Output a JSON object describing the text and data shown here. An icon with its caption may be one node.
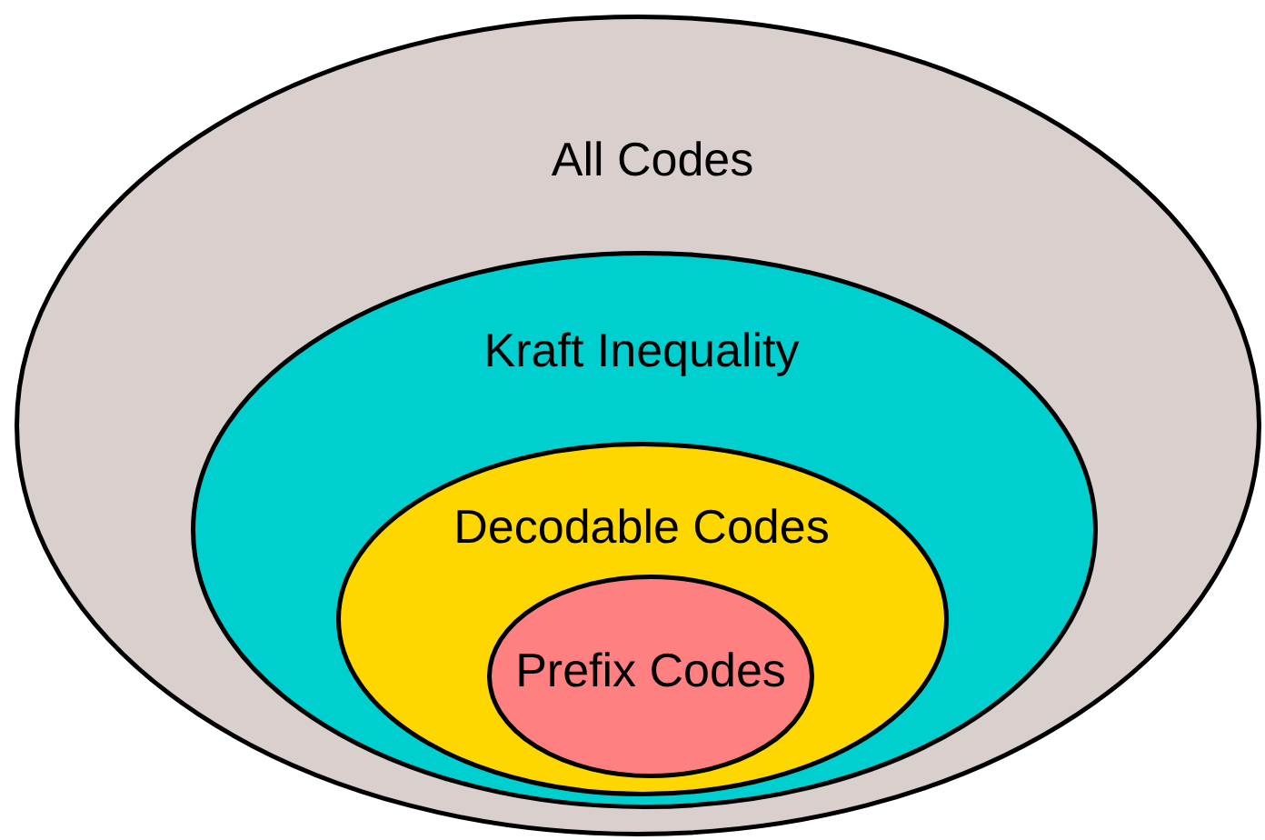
{
  "diagram": {
    "nodes": [
      {
        "text": [
          "All Codes"
        ]
      },
      {
        "text": [
          "Kraft Inequality"
        ],
        "in": 0
      },
      {
        "text": [
          "Decodable Codes"
        ],
        "in": 1
      },
      {
        "text": [
          "Prefix Codes"
        ],
        "in": 2
      }
    ]
  }
}
